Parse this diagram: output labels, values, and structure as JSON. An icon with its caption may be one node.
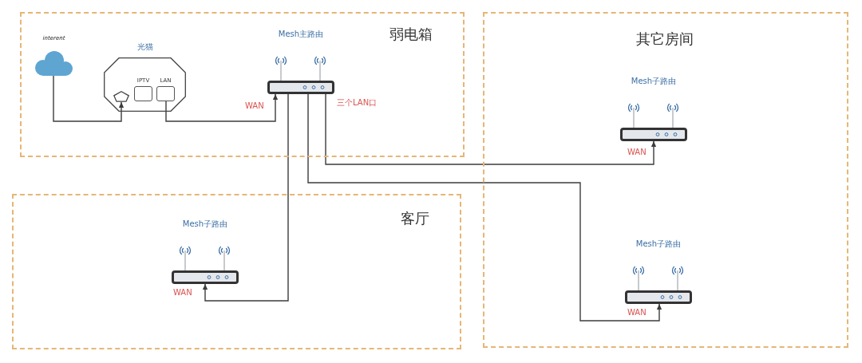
{
  "diagram": {
    "nodes": [
      {
        "text": [
          "弱电箱"
        ]
      },
      {
        "text": [
          "interent"
        ],
        "in": 0
      },
      {
        "text": [
          "光猫"
        ],
        "in": 0
      },
      {
        "text": [],
        "shape": "pentagon",
        "in": 2
      },
      {
        "text": [
          "IPTV"
        ],
        "in": 2
      },
      {
        "text": [
          "LAN"
        ],
        "in": 2
      },
      {
        "text": [
          "Mesh主路由"
        ],
        "beside": [
          "WAN",
          "三个LAN口"
        ],
        "in": 0
      },
      {
        "text": [
          "其它房间"
        ]
      },
      {
        "text": [
          "Mesh子路由"
        ],
        "beside": [
          "WAN"
        ],
        "in": 7
      },
      {
        "text": [
          "客厅"
        ]
      },
      {
        "text": [
          "Mesh子路由"
        ],
        "beside": [
          "WAN"
        ],
        "in": 9
      },
      {
        "text": [
          "Mesh子路由"
        ],
        "beside": [
          "WAN"
        ],
        "in": 7
      }
    ],
    "edges": [
      {
        "from": 1,
        "to": 3,
        "arrow": "to"
      },
      {
        "from": 5,
        "to": 6,
        "arrow": "to"
      },
      {
        "from": 6,
        "to": 8,
        "arrow": "to"
      },
      {
        "from": 6,
        "to": 10,
        "arrow": "to"
      },
      {
        "from": 6,
        "to": 11,
        "arrow": "to"
      }
    ]
  }
}
